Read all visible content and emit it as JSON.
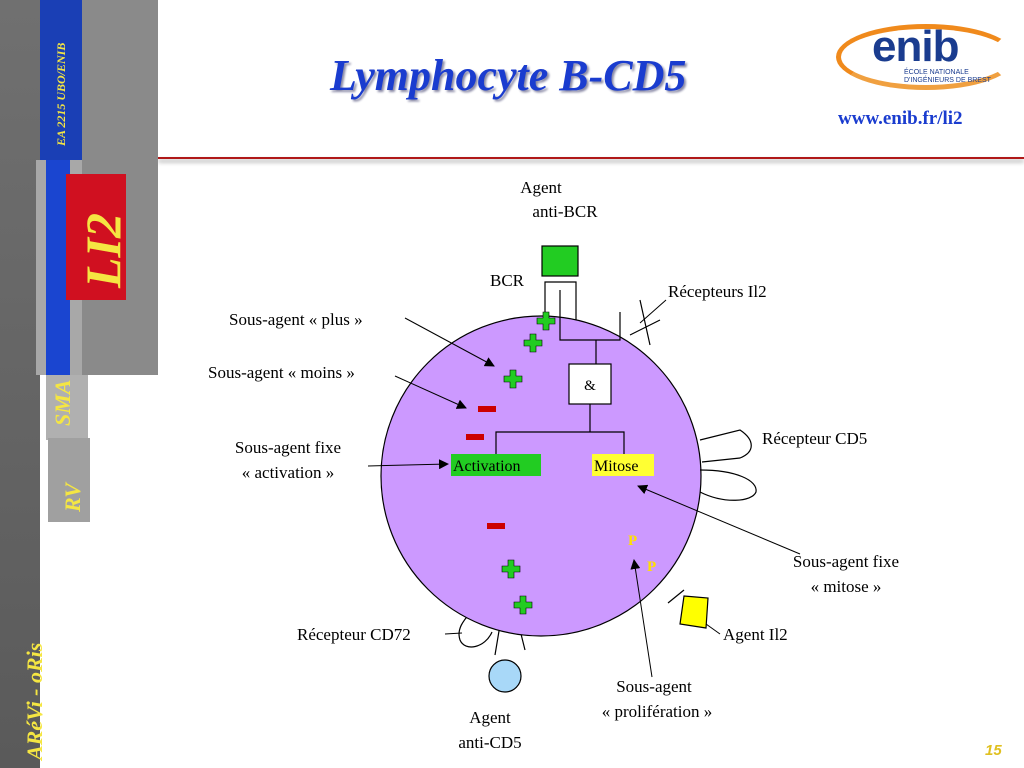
{
  "sidebar": {
    "ea": "EA 2215  UBO/ENIB",
    "li2": "LI2",
    "sma": "SMA",
    "rv": "RV",
    "arevi": "ARéVi - oRis"
  },
  "header": {
    "title": "Lymphocyte B-CD5",
    "logo_word": "enib",
    "logo_sub1": "ÉCOLE NATIONALE",
    "logo_sub2": "D'INGÉNIEURS DE BREST",
    "url": "www.enib.fr/li2"
  },
  "diagram": {
    "agent_antibcr": [
      "Agent",
      "anti-BCR"
    ],
    "bcr": "BCR",
    "recepteurs_il2": "Récepteurs Il2",
    "sous_agent_plus": "Sous-agent « plus »",
    "sous_agent_moins": "Sous-agent « moins »",
    "sous_agent_fixe_activation": [
      "Sous-agent fixe",
      "« activation »"
    ],
    "recepteur_cd5": "Récepteur CD5",
    "and_gate": "&",
    "activation": "Activation",
    "mitose": "Mitose",
    "p1": "P",
    "p2": "P",
    "sous_agent_fixe_mitose": [
      "Sous-agent fixe",
      "« mitose »"
    ],
    "agent_il2": "Agent Il2",
    "recepteur_cd72": "Récepteur CD72",
    "sous_agent_proliferation": [
      "Sous-agent",
      "« prolifération »"
    ],
    "agent_anticd5": [
      "Agent",
      "anti-CD5"
    ],
    "colors": {
      "cell": "#cc99ff",
      "agent_antibcr": "#22cc22",
      "agent_il2": "#ffff00",
      "agent_anticd5": "#a8d8f8",
      "activation_bg": "#22cc22",
      "mitose_bg": "#ffff33",
      "plus": "#22cc22",
      "minus": "#cc0000",
      "p": "#ffe000"
    }
  },
  "footer": {
    "page": "15"
  }
}
